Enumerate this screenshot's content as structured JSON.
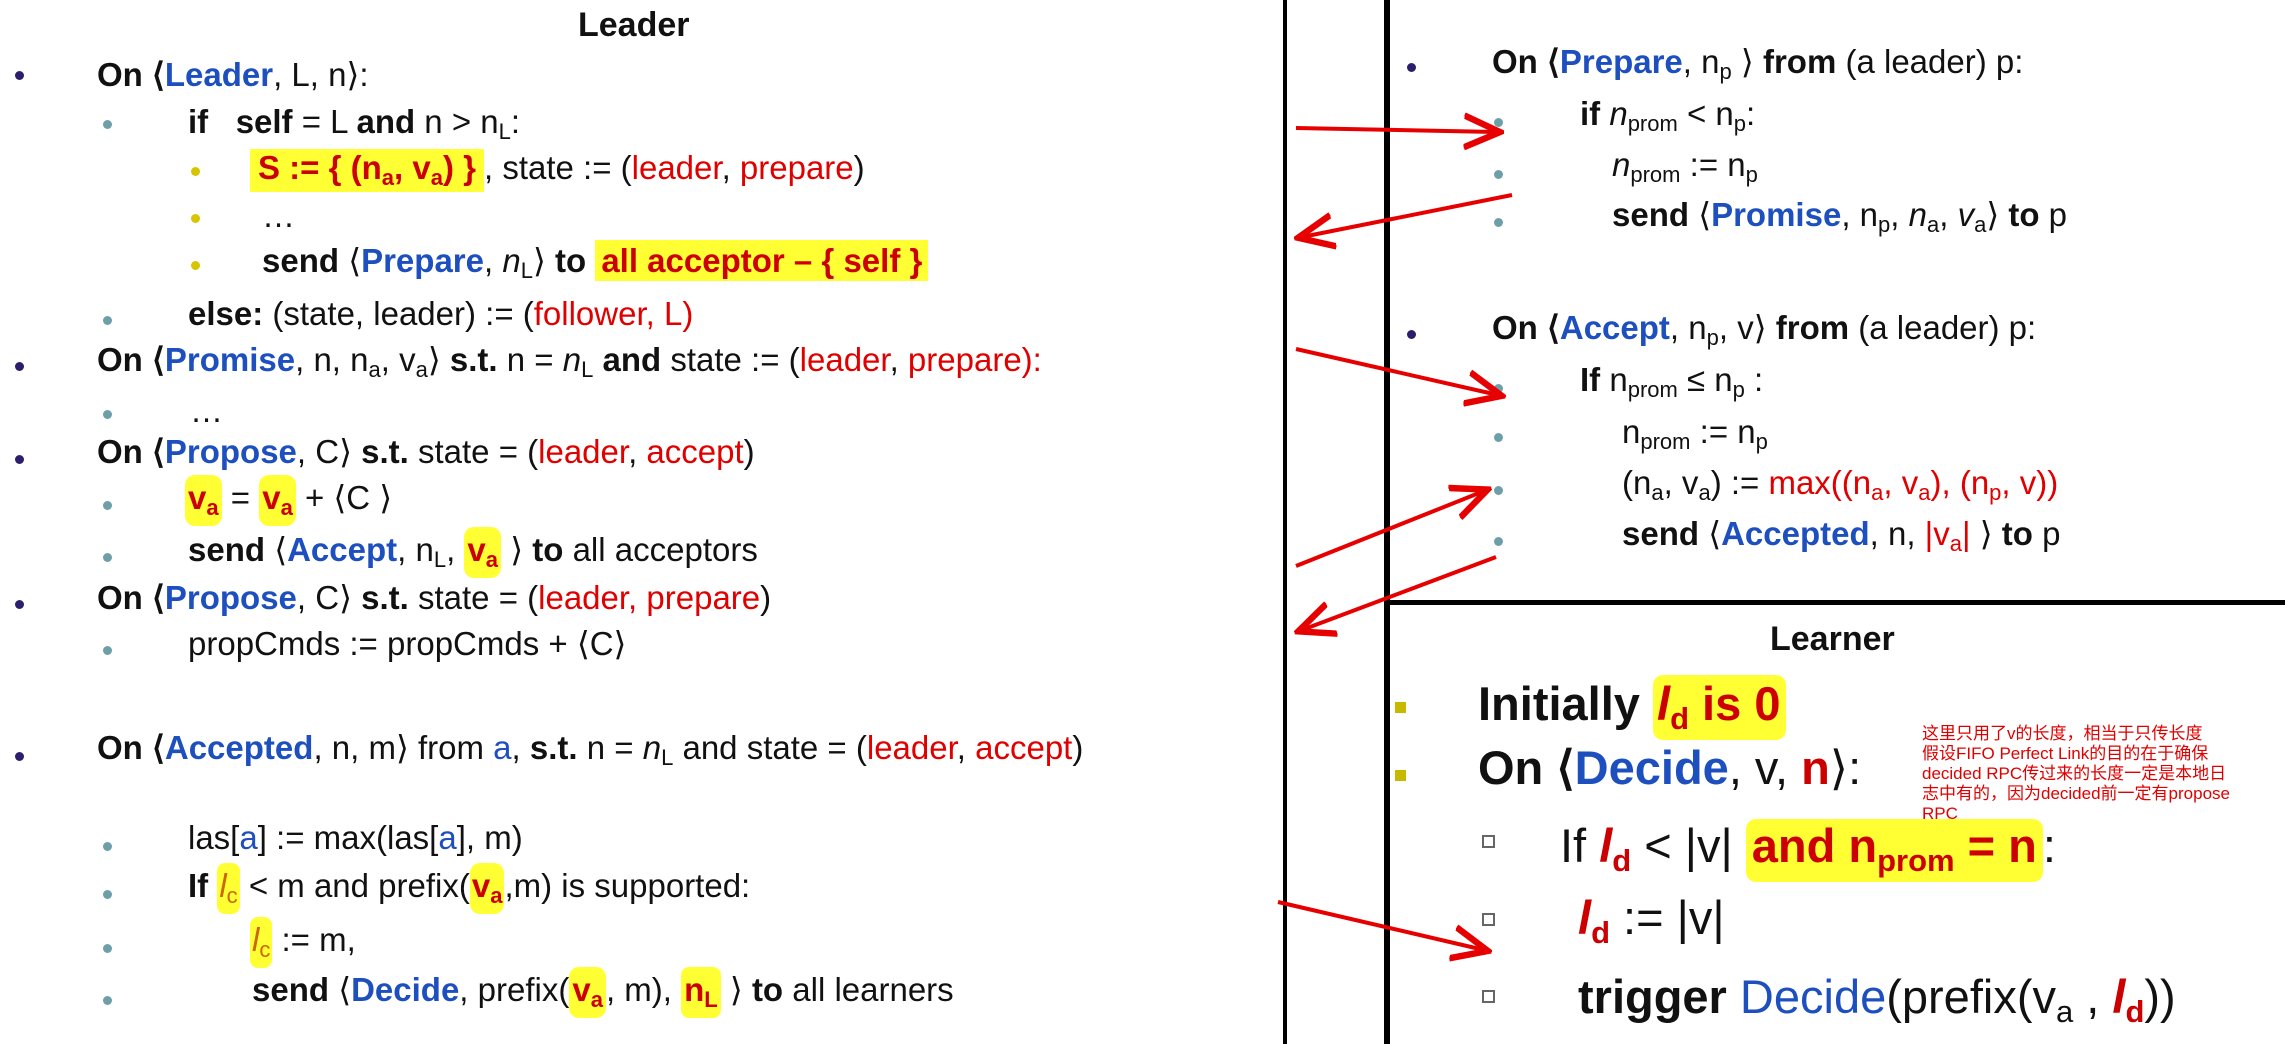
{
  "leader": {
    "title": "Leader",
    "l1a": "On ⟨",
    "l1b": "Leader",
    "l1c": ", L, n⟩:",
    "l2a": "if",
    "l2b": "self",
    "l2c": " = L ",
    "l2d": "and",
    "l2e": " n > n",
    "l2f": "L",
    "l2g": ":",
    "l3a": "S := { (n",
    "l3b": "a",
    "l3c": ", v",
    "l3d": "a",
    "l3e": ") }",
    "l3f": ",  state := (",
    "l3g": "leader",
    "l3h": ", ",
    "l3i": "prepare",
    "l3j": ")",
    "l4": "…",
    "l5a": "send ",
    "l5b": "⟨",
    "l5c": "Prepare",
    "l5d": ", ",
    "l5e": "n",
    "l5f": "L",
    "l5g": "⟩ ",
    "l5h": "to",
    "l5i": " ",
    "l5j": "all acceptor – { self }",
    "l6a": "else:",
    "l6b": " (state, leader) := (",
    "l6c": "follower, L)",
    "l7a": "On ⟨",
    "l7b": "Promise",
    "l7c": ", n, n",
    "l7d": "a",
    "l7e": ", v",
    "l7f": "a",
    "l7g": "⟩ ",
    "l7h": "s.t.",
    "l7i": " n = ",
    "l7j": "n",
    "l7k": "L",
    "l7l": " ",
    "l7m": "and",
    "l7n": " state := (",
    "l7o": "leader",
    "l7p": ", ",
    "l7q": "prepare):",
    "l8": "…",
    "l9a": "On ⟨",
    "l9b": "Propose",
    "l9c": ", C⟩ ",
    "l9d": "s.t.",
    "l9e": " state = (",
    "l9f": "leader",
    "l9g": ", ",
    "l9h": "accept",
    "l9i": ")",
    "l10a": "v",
    "l10b": "a",
    "l10c": " = ",
    "l10d": "v",
    "l10e": "a",
    "l10f": " + ⟨C ⟩",
    "l11a": "send",
    "l11b": " ⟨",
    "l11c": "Accept",
    "l11d": ", n",
    "l11e": "L",
    "l11f": ", ",
    "l11g": "v",
    "l11h": "a",
    "l11i": " ⟩ ",
    "l11j": "to",
    "l11k": " all acceptors",
    "l12a": "On ⟨",
    "l12b": "Propose",
    "l12c": ", C⟩ ",
    "l12d": "s.t.",
    "l12e": " state = (",
    "l12f": "leader, prepare",
    "l12g": ")",
    "l13": "propCmds := propCmds + ⟨C⟩",
    "l14a": "On ⟨",
    "l14b": "Accepted",
    "l14c": ", n, m⟩ from ",
    "l14d": "a",
    "l14e": ", ",
    "l14f": "s.t.",
    "l14g": " n = ",
    "l14h": "n",
    "l14i": "L",
    "l14j": " and state = (",
    "l14k": "leader",
    "l14l": ", ",
    "l14m": "accept",
    "l14n": ")",
    "l15a": "las[",
    "l15b": "a",
    "l15c": "] := max(las[",
    "l15d": "a",
    "l15e": "], m)",
    "l16a": "If ",
    "l16b": "l",
    "l16c": "c",
    "l16d": " < m and prefix(",
    "l16e": "v",
    "l16f": "a",
    "l16g": ",m) is supported:",
    "l17a": "l",
    "l17b": "c",
    "l17c": " := m,",
    "l18a": "send",
    "l18b": " ⟨",
    "l18c": "Decide",
    "l18d": ", prefix(",
    "l18e": "v",
    "l18f": "a",
    "l18g": ", m), ",
    "l18h": "n",
    "l18i": "L",
    "l18j": " ⟩ ",
    "l18k": "to",
    "l18l": " all learners"
  },
  "acceptor": {
    "a1a": "On ⟨",
    "a1b": "Prepare",
    "a1c": ", n",
    "a1d": "p",
    "a1e": " ⟩ ",
    "a1f": "from",
    "a1g": " (a leader) p:",
    "a2a": "if ",
    "a2b": "n",
    "a2c": "prom",
    "a2d": " < n",
    "a2e": "p",
    "a2f": ":",
    "a3a": "n",
    "a3b": "prom",
    "a3c": " := n",
    "a3d": "p",
    "a4a": "send",
    "a4b": " ⟨",
    "a4c": "Promise",
    "a4d": ", n",
    "a4e": "p",
    "a4f": ", ",
    "a4g": "n",
    "a4h": "a",
    "a4i": ", ",
    "a4j": "v",
    "a4k": "a",
    "a4l": "⟩ ",
    "a4m": "to",
    "a4n": " p",
    "a5a": "On ⟨",
    "a5b": "Accept",
    "a5c": ", n",
    "a5d": "p",
    "a5e": ", v⟩ ",
    "a5f": "from",
    "a5g": " (a leader) p:",
    "a6a": "If",
    "a6b": " n",
    "a6c": "prom",
    "a6d": " ≤ n",
    "a6e": "p",
    "a6f": " :",
    "a7a": "n",
    "a7b": "prom",
    "a7c": " := n",
    "a7d": "p",
    "a8a": "(n",
    "a8b": "a",
    "a8c": ", v",
    "a8d": "a",
    "a8e": ") := ",
    "a8f": "max((n",
    "a8g": "a",
    "a8h": ", v",
    "a8i": "a",
    "a8j": "), (n",
    "a8k": "p",
    "a8l": ", v))",
    "a9a": "send",
    "a9b": " ⟨",
    "a9c": "Accepted",
    "a9d": ", n, ",
    "a9e": "|v",
    "a9f": "a",
    "a9g": "|",
    "a9h": " ⟩ ",
    "a9i": "to",
    "a9j": " p"
  },
  "learner": {
    "title": "Learner",
    "r1a": "Initially ",
    "r1b": "l",
    "r1c": "d",
    "r1d": " is 0",
    "r2a": "On ⟨",
    "r2b": "Decide",
    "r2c": ", v, ",
    "r2d": "n",
    "r2e": "⟩:",
    "r3a": "If ",
    "r3b": "l",
    "r3c": "d",
    "r3d": " < |v| ",
    "r3e": "and n",
    "r3f": "prom",
    "r3g": " = n",
    "r3h": ":",
    "r4a": "l",
    "r4b": "d",
    "r4c": "  := |v|",
    "r5a": "trigger",
    "r5b": " ",
    "r5c": "Decide",
    "r5d": "(prefix(v",
    "r5e": "a",
    "r5f": " , ",
    "r5g": "l",
    "r5h": "d",
    "r5i": "))",
    "note1": "这里只用了v的长度，相当于只传长度",
    "note2": "假设FIFO Perfect Link的目的在于确保",
    "note3": "decided RPC传过来的长度一定是本地日",
    "note4": "志中有的，因为decided前一定有propose",
    "note5": "RPC"
  },
  "colors": {
    "highlight": "#ffff33",
    "keyword_blue": "#1d4fbf",
    "red": "#e00000",
    "arrow": "#e60000"
  }
}
